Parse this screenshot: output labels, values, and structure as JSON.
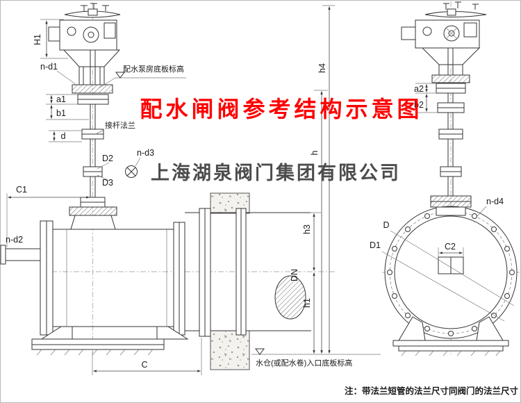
{
  "title": "配水闸阀参考结构示意图",
  "watermark": "上海湖泉阀门集团有限公司",
  "footnote": "注：带法兰短管的法兰尺寸同阀门的法兰尺寸",
  "annotations": {
    "pump_floor": "配水泵房底板标高",
    "stem_flange": "接杆法兰",
    "inlet_floor": "水仓(或配水卷)入口底板标高"
  },
  "dims": {
    "H1": "H1",
    "n_d1": "n-d1",
    "a1": "a1",
    "b1": "b1",
    "d": "d",
    "C1": "C1",
    "n_d2": "n-d2",
    "D2": "D2",
    "D3": "D3",
    "n_d3": "n-d3",
    "C": "C",
    "DN": "DN",
    "h": "h",
    "h1": "h1",
    "h3": "h3",
    "h4": "h4",
    "a2": "a2",
    "b2": "b2",
    "n_d4": "n-d4",
    "D": "D",
    "D1": "D1",
    "C2": "C2"
  },
  "colors": {
    "title": "#ff0000",
    "line": "#333333",
    "watermark": "#4c4c4c"
  }
}
